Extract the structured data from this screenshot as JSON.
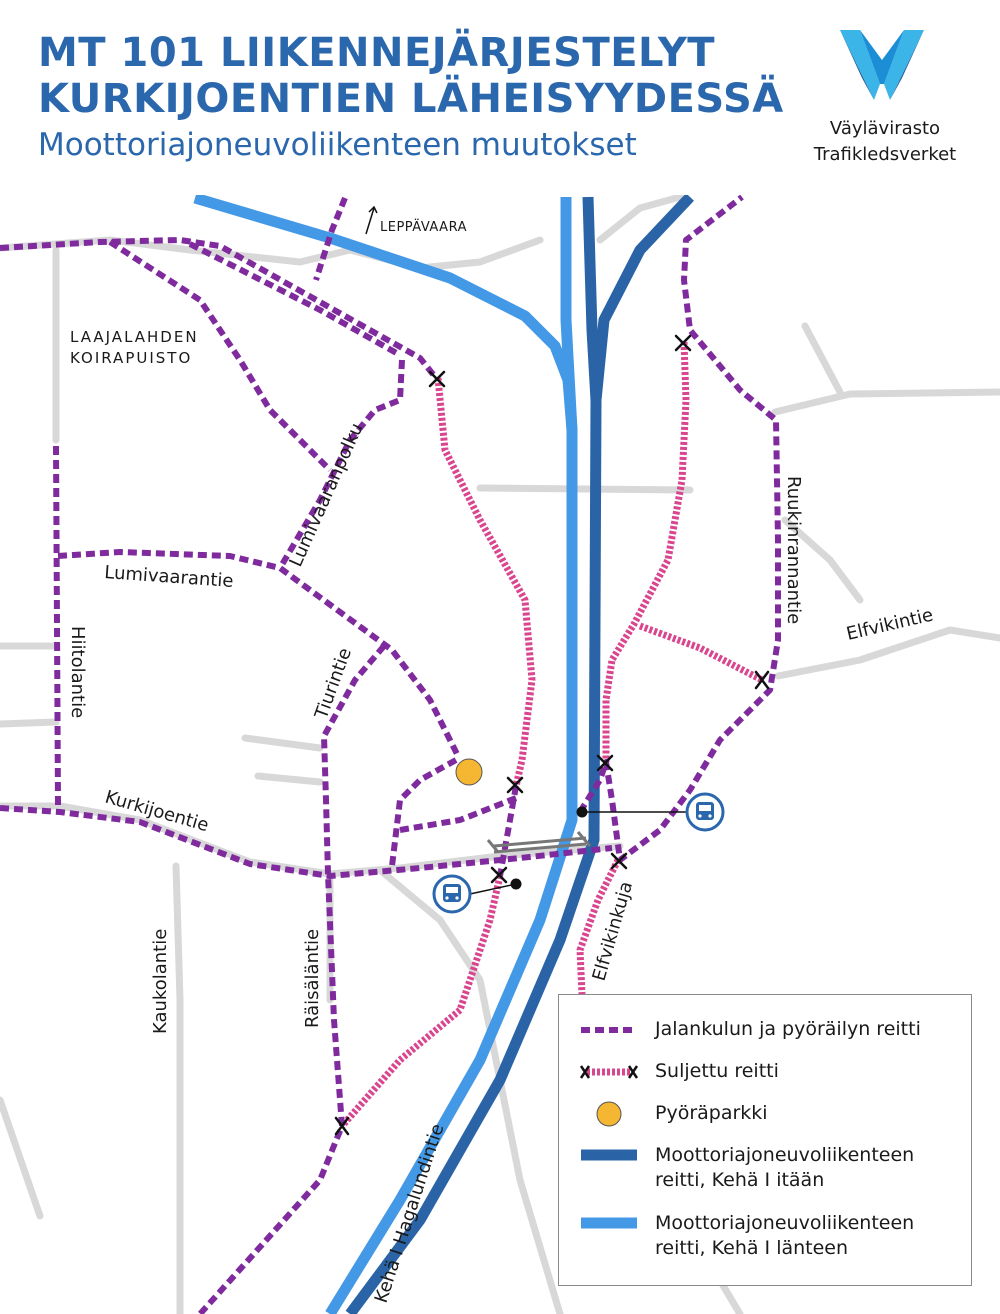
{
  "header": {
    "title_line1": "MT 101 LIIKENNEJÄRJESTELYT",
    "title_line2": "KURKIJOENTIEN LÄHEISYYDESSÄ",
    "subtitle": "Moottoriajoneuvoliikenteen muutokset"
  },
  "logo": {
    "line1": "Väylävirasto",
    "line2": "Trafikledsverket",
    "icon": "vaylavirasto-v-logo"
  },
  "map": {
    "labels": {
      "leppavaara": "LEPPÄVAARA",
      "koirapuisto_line1": "LAAJALAHDEN",
      "koirapuisto_line2": "KOIRAPUISTO",
      "lumivaaranpolku": "Lumivaaranpolku",
      "lumivaarantie": "Lumivaarantie",
      "hiitolantie": "Hiitolantie",
      "tiurintie": "Tiurintie",
      "kurkijoentie": "Kurkijoentie",
      "kaukolantie": "Kaukolantie",
      "raisalantie": "Räisäläntie",
      "ruukinrannantie": "Ruukinrannantie",
      "elfvikintie": "Elfvikintie",
      "elfvikinkuja": "Elfvikinkuja",
      "keha_hagalundintie": "Kehä I Hagalundintie"
    }
  },
  "legend": {
    "items": [
      {
        "key": "walk-bike",
        "label": "Jalankulun ja pyöräilyn reitti"
      },
      {
        "key": "closed",
        "label": "Suljettu reitti"
      },
      {
        "key": "bike-parking",
        "label": "Pyöräparkki"
      },
      {
        "key": "east",
        "label_line1": "Moottoriajoneuvoliikenteen",
        "label_line2": "reitti, Kehä I itään"
      },
      {
        "key": "west",
        "label_line1": "Moottoriajoneuvoliikenteen",
        "label_line2": "reitti, Kehä I länteen"
      }
    ]
  },
  "colors": {
    "title": "#2a67ad",
    "walk_route": "#7f2a9d",
    "closed_route": "#d9468f",
    "bike_parking": "#f5b731",
    "route_east": "#2a64a7",
    "route_west": "#4499e6",
    "street": "#d8d8d8",
    "bus_stop": "#2a67ad"
  }
}
